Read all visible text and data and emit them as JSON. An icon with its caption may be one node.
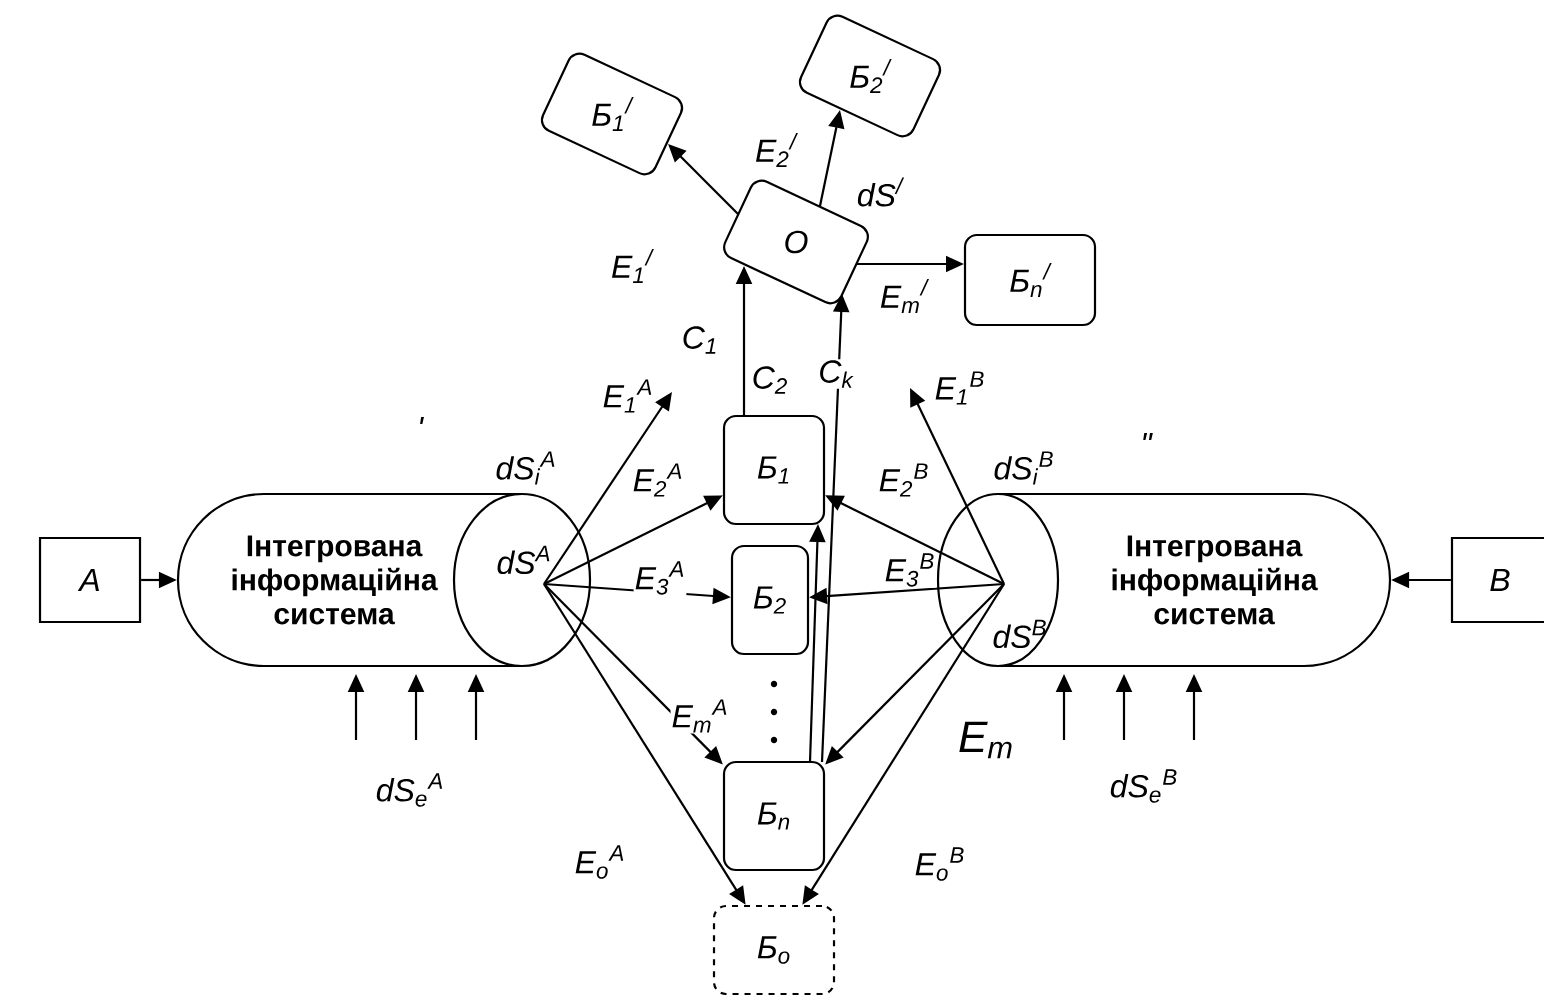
{
  "diagram": {
    "nodes": [
      {
        "text": [
          "A"
        ]
      },
      {
        "text": [
          "Інтегрована інформаційна система",
          "dS$^{A}$"
        ],
        "beside": [
          "'",
          "dS$_{i}$$^{A}$"
        ]
      },
      {
        "text": [
          "Б$_{1}$"
        ]
      },
      {
        "text": [
          "Б$_{2}$"
        ]
      },
      {
        "text": [
          "Б$_{n}$"
        ]
      },
      {
        "text": [
          "Б$_{o}$"
        ]
      },
      {
        "text": [
          "O"
        ],
        "beside": [
          "dS$^{/}$"
        ]
      },
      {
        "text": [
          "Б$_{1}$$^{/}$"
        ]
      },
      {
        "text": [
          "Б$_{2}$$^{/}$"
        ]
      },
      {
        "text": [
          "Б$_{n}$$^{/}$"
        ]
      },
      {
        "text": [
          "B"
        ]
      },
      {
        "text": [
          "Інтегрована інформаційна система",
          "dS$^{B}$"
        ],
        "beside": [
          "\"",
          "dS$_{i}$$^{B}$"
        ]
      }
    ],
    "edges": [
      {
        "from": 0,
        "to": 1,
        "arrow": "to"
      },
      {
        "from": null,
        "to": 1,
        "arrow": "to"
      },
      {
        "from": null,
        "to": 1,
        "arrow": "to"
      },
      {
        "from": null,
        "to": 1,
        "arrow": "to"
      },
      {
        "from": 1,
        "to": null,
        "arrow": "to",
        "label": "E$_{1}$$^{A}$"
      },
      {
        "from": 1,
        "to": 2,
        "arrow": "to",
        "label": "E$_{2}$$^{A}$"
      },
      {
        "from": 1,
        "to": 3,
        "arrow": "to",
        "label": "E$_{3}$$^{A}$"
      },
      {
        "from": 1,
        "to": 4,
        "arrow": "to",
        "label": "E$_{m}$$^{A}$"
      },
      {
        "from": 1,
        "to": 5,
        "arrow": "to",
        "label": "E$_{o}$$^{A}$"
      },
      {
        "from": 10,
        "to": 11,
        "arrow": "to"
      },
      {
        "from": null,
        "to": 11,
        "arrow": "to"
      },
      {
        "from": null,
        "to": 11,
        "arrow": "to"
      },
      {
        "from": null,
        "to": 11,
        "arrow": "to"
      },
      {
        "from": 11,
        "to": null,
        "arrow": "to",
        "label": "E$_{1}$$^{B}$"
      },
      {
        "from": 11,
        "to": 2,
        "arrow": "to",
        "label": "E$_{2}$$^{B}$"
      },
      {
        "from": 11,
        "to": 3,
        "arrow": "to",
        "label": "E$_{3}$$^{B}$"
      },
      {
        "from": 11,
        "to": 4,
        "arrow": "to",
        "label": "E$_{m}$"
      },
      {
        "from": 11,
        "to": 5,
        "arrow": "to",
        "label": "E$_{o}$$^{B}$"
      },
      {
        "from": 2,
        "to": 6,
        "arrow": "to",
        "label": "C$_{1}$"
      },
      {
        "from": 4,
        "to": 6,
        "arrow": "to",
        "label": "C$_{k}$"
      },
      {
        "from": 4,
        "to": 2,
        "arrow": "to"
      },
      {
        "from": 6,
        "to": 7,
        "arrow": "to",
        "label": "E$_{1}$$^{/}$"
      },
      {
        "from": 6,
        "to": 8,
        "arrow": "to",
        "label": "E$_{2}$$^{/}$"
      },
      {
        "from": 6,
        "to": 9,
        "arrow": "to",
        "label": "E$_{m}$$^{/}$"
      }
    ],
    "labels": [
      "C$_{2}$",
      "dS$_{e}$$^{A}$",
      "dS$_{e}$$^{B}$"
    ]
  }
}
